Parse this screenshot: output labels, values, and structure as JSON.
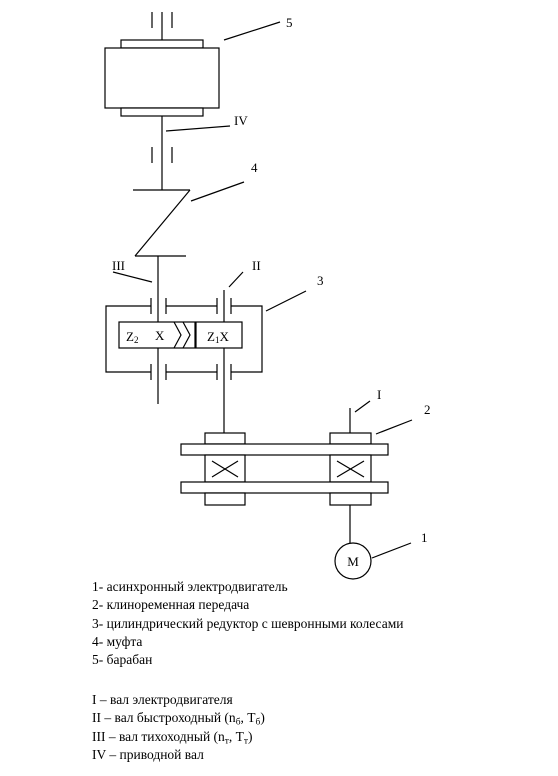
{
  "diagram": {
    "callouts": {
      "motor": "1",
      "belt_drive": "2",
      "reducer": "3",
      "coupling": "4",
      "drum": "5",
      "shaft_motor": "I",
      "shaft_fast": "II",
      "shaft_slow": "III",
      "shaft_drive": "IV"
    },
    "motor_symbol": "M",
    "gear_z2": "Z",
    "gear_z2_sub": "2",
    "gear_z1": "Z",
    "gear_z1_sub": "1",
    "gear_mark": "X"
  },
  "legend": {
    "parts": [
      "1-  асинхронный электродвигатель",
      "2-  клиноременная передача",
      "3-  цилиндрический редуктор с шевронными колесами",
      "4-  муфта",
      "5-  барабан"
    ],
    "shafts": {
      "motor": {
        "label": "I – вал электродвигателя"
      },
      "fast": {
        "prefix": "II – вал быстроходный (n",
        "sub1": "б",
        "mid": ", T",
        "sub2": "б",
        "suffix": ")"
      },
      "slow": {
        "prefix": "III – вал тихоходный (n",
        "sub1": "т",
        "mid": ", T",
        "sub2": "т",
        "suffix": ")"
      },
      "drive": {
        "label": "IV – приводной вал"
      }
    }
  }
}
